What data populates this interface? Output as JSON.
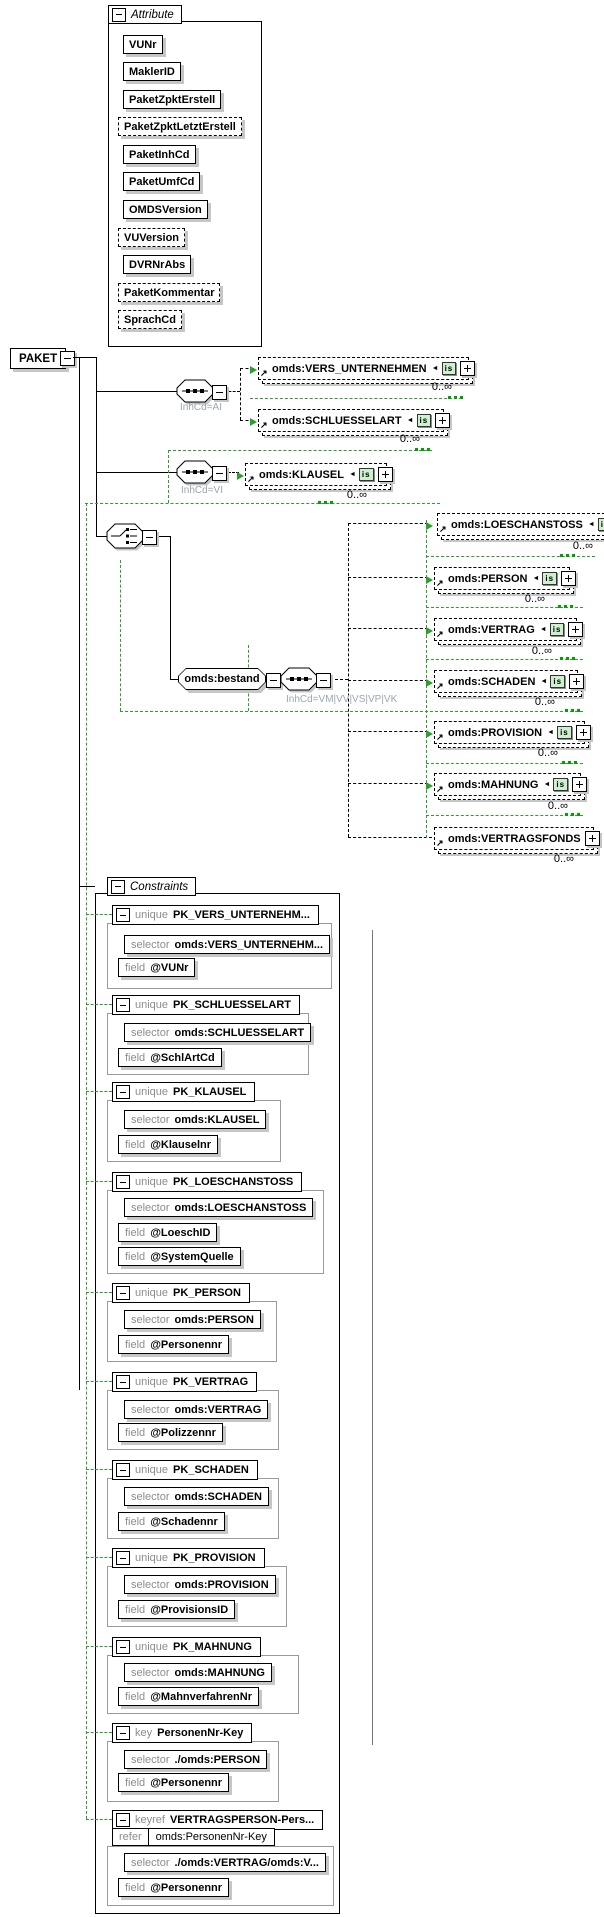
{
  "root_label": "PAKET",
  "badge_text": "is",
  "colors": {
    "line": "#000000",
    "constraint_link_green": "#2e9e2e",
    "green_dots": "#00a100",
    "shadow": "#c6c6c6",
    "keyword_gray": "#8c8c8c",
    "condition_gray": "#9aa6b4",
    "badge_background": "#cdf0cd",
    "group_border_gray": "#9a9a9a"
  },
  "attributes_panel": {
    "title": "Attribute",
    "items": [
      {
        "label": "VUNr",
        "optional": false
      },
      {
        "label": "MaklerID",
        "optional": false
      },
      {
        "label": "PaketZpktErstell",
        "optional": false
      },
      {
        "label": "PaketZpktLetztErstell",
        "optional": true
      },
      {
        "label": "PaketInhCd",
        "optional": false
      },
      {
        "label": "PaketUmfCd",
        "optional": false
      },
      {
        "label": "OMDSVersion",
        "optional": false
      },
      {
        "label": "VUVersion",
        "optional": true
      },
      {
        "label": "DVRNrAbs",
        "optional": false
      },
      {
        "label": "PaketKommentar",
        "optional": true
      },
      {
        "label": "SprachCd",
        "optional": true
      }
    ]
  },
  "branches": {
    "ai": {
      "condition": "InhCd=AI"
    },
    "vi": {
      "condition": "InhCd=VI"
    },
    "bestand": {
      "element_label": "omds:bestand",
      "condition": "InhCd=VM|VV|VS|VP|VK"
    }
  },
  "elements": {
    "vers_unternehmen": {
      "label": "omds:VERS_UNTERNEHMEN",
      "occurs": "0..∞"
    },
    "schluesselart": {
      "label": "omds:SCHLUESSELART",
      "occurs": "0..∞"
    },
    "klausel": {
      "label": "omds:KLAUSEL",
      "occurs": "0..∞"
    },
    "loeschanstoss": {
      "label": "omds:LOESCHANSTOSS",
      "occurs": "0..∞"
    },
    "person": {
      "label": "omds:PERSON",
      "occurs": "0..∞"
    },
    "vertrag": {
      "label": "omds:VERTRAG",
      "occurs": "0..∞"
    },
    "schaden": {
      "label": "omds:SCHADEN",
      "occurs": "0..∞"
    },
    "provision": {
      "label": "omds:PROVISION",
      "occurs": "0..∞"
    },
    "mahnung": {
      "label": "omds:MAHNUNG",
      "occurs": "0..∞"
    },
    "vertragsfonds": {
      "label": "omds:VERTRAGSFONDS",
      "occurs": "0..∞"
    }
  },
  "constraints_panel": {
    "title": "Constraints",
    "keywords": {
      "selector": "selector",
      "field": "field",
      "refer": "refer"
    },
    "items": [
      {
        "kind": "unique",
        "name": "PK_VERS_UNTERNEHM...",
        "selector": "omds:VERS_UNTERNEHM...",
        "fields": [
          "@VUNr"
        ]
      },
      {
        "kind": "unique",
        "name": "PK_SCHLUESSELART",
        "selector": "omds:SCHLUESSELART",
        "fields": [
          "@SchlArtCd"
        ]
      },
      {
        "kind": "unique",
        "name": "PK_KLAUSEL",
        "selector": "omds:KLAUSEL",
        "fields": [
          "@Klauselnr"
        ]
      },
      {
        "kind": "unique",
        "name": "PK_LOESCHANSTOSS",
        "selector": "omds:LOESCHANSTOSS",
        "fields": [
          "@LoeschID",
          "@SystemQuelle"
        ]
      },
      {
        "kind": "unique",
        "name": "PK_PERSON",
        "selector": "omds:PERSON",
        "fields": [
          "@Personennr"
        ]
      },
      {
        "kind": "unique",
        "name": "PK_VERTRAG",
        "selector": "omds:VERTRAG",
        "fields": [
          "@Polizzennr"
        ]
      },
      {
        "kind": "unique",
        "name": "PK_SCHADEN",
        "selector": "omds:SCHADEN",
        "fields": [
          "@Schadennr"
        ]
      },
      {
        "kind": "unique",
        "name": "PK_PROVISION",
        "selector": "omds:PROVISION",
        "fields": [
          "@ProvisionsID"
        ]
      },
      {
        "kind": "unique",
        "name": "PK_MAHNUNG",
        "selector": "omds:MAHNUNG",
        "fields": [
          "@MahnverfahrenNr"
        ]
      },
      {
        "kind": "key",
        "name": "PersonenNr-Key",
        "selector": "./omds:PERSON",
        "fields": [
          "@Personennr"
        ]
      },
      {
        "kind": "keyref",
        "name": "VERTRAGSPERSON-Pers...",
        "refer": "omds:PersonenNr-Key",
        "selector": "./omds:VERTRAG/omds:V...",
        "fields": [
          "@Personennr"
        ]
      }
    ]
  }
}
